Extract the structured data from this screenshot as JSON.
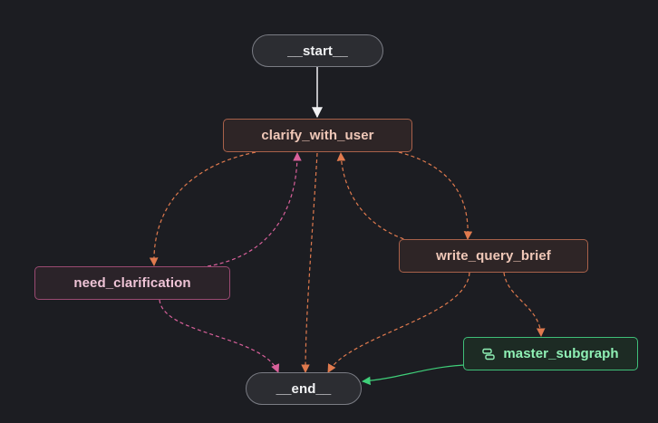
{
  "graph": {
    "nodes": {
      "start": {
        "label": "__start__"
      },
      "clarify_with_user": {
        "label": "clarify_with_user"
      },
      "need_clarification": {
        "label": "need_clarification"
      },
      "write_query_brief": {
        "label": "write_query_brief"
      },
      "master_subgraph": {
        "label": "master_subgraph",
        "icon": "subgraph-icon"
      },
      "end": {
        "label": "__end__"
      }
    },
    "edges": [
      {
        "from": "__start__",
        "to": "clarify_with_user",
        "style": "solid"
      },
      {
        "from": "clarify_with_user",
        "to": "need_clarification",
        "style": "dashed"
      },
      {
        "from": "need_clarification",
        "to": "clarify_with_user",
        "style": "dashed"
      },
      {
        "from": "clarify_with_user",
        "to": "write_query_brief",
        "style": "dashed"
      },
      {
        "from": "write_query_brief",
        "to": "clarify_with_user",
        "style": "dashed"
      },
      {
        "from": "clarify_with_user",
        "to": "__end__",
        "style": "dashed"
      },
      {
        "from": "need_clarification",
        "to": "__end__",
        "style": "dashed"
      },
      {
        "from": "write_query_brief",
        "to": "__end__",
        "style": "dashed"
      },
      {
        "from": "write_query_brief",
        "to": "master_subgraph",
        "style": "dashed"
      },
      {
        "from": "master_subgraph",
        "to": "__end__",
        "style": "solid"
      }
    ],
    "colors": {
      "background": "#1c1d22",
      "action_edge": "#e07a4e",
      "clarify_edge": "#d9609b",
      "start_edge": "#f1f2f4",
      "subgraph_edge": "#3fcf79"
    }
  }
}
